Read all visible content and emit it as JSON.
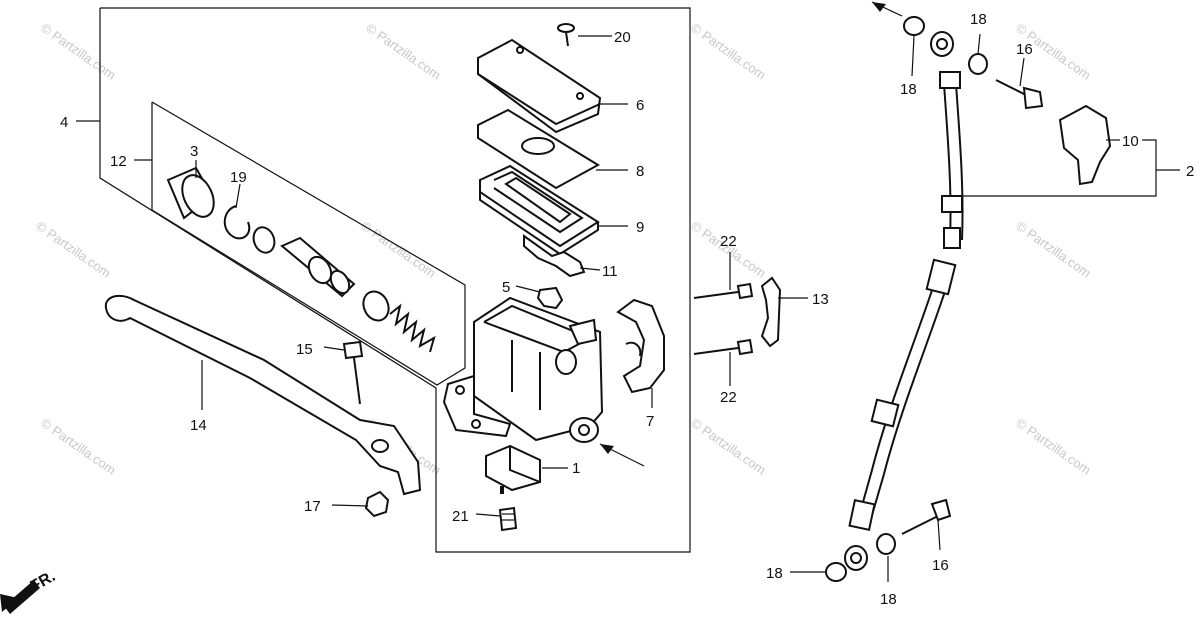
{
  "watermark": "© Partzilla.com",
  "front_marker": "FR.",
  "callouts": [
    {
      "id": "c1",
      "text": "1"
    },
    {
      "id": "c2",
      "text": "2"
    },
    {
      "id": "c3",
      "text": "3"
    },
    {
      "id": "c4",
      "text": "4"
    },
    {
      "id": "c5",
      "text": "5"
    },
    {
      "id": "c6",
      "text": "6"
    },
    {
      "id": "c7",
      "text": "7"
    },
    {
      "id": "c8",
      "text": "8"
    },
    {
      "id": "c9",
      "text": "9"
    },
    {
      "id": "c10",
      "text": "10"
    },
    {
      "id": "c11",
      "text": "11"
    },
    {
      "id": "c12",
      "text": "12"
    },
    {
      "id": "c13",
      "text": "13"
    },
    {
      "id": "c14",
      "text": "14"
    },
    {
      "id": "c15",
      "text": "15"
    },
    {
      "id": "c16a",
      "text": "16"
    },
    {
      "id": "c16b",
      "text": "16"
    },
    {
      "id": "c17",
      "text": "17"
    },
    {
      "id": "c18a",
      "text": "18"
    },
    {
      "id": "c18b",
      "text": "18"
    },
    {
      "id": "c18c",
      "text": "18"
    },
    {
      "id": "c18d",
      "text": "18"
    },
    {
      "id": "c19",
      "text": "19"
    },
    {
      "id": "c20",
      "text": "20"
    },
    {
      "id": "c21",
      "text": "21"
    },
    {
      "id": "c22a",
      "text": "22"
    },
    {
      "id": "c22b",
      "text": "22"
    }
  ]
}
